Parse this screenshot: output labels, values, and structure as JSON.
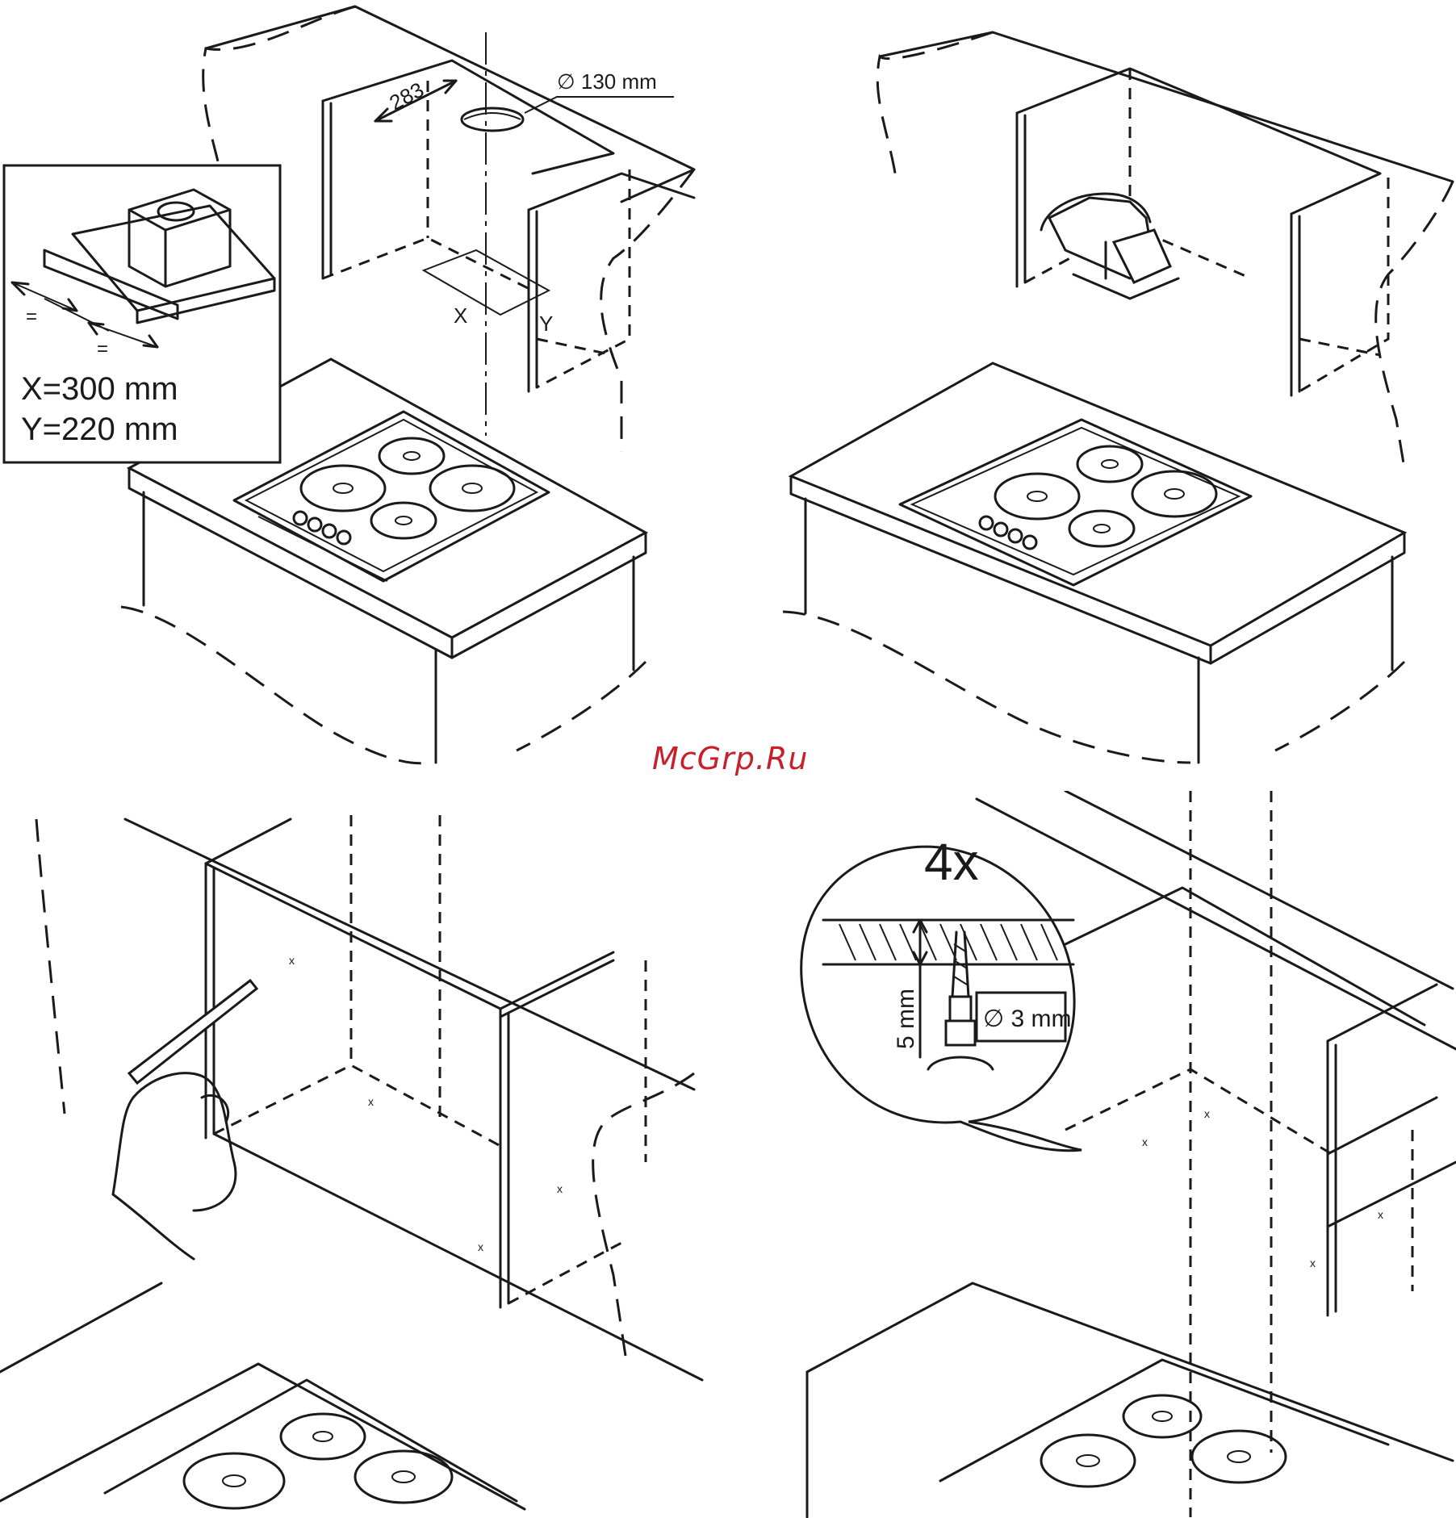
{
  "panel1": {
    "depth_label": "283",
    "duct_label": "∅ 130 mm",
    "x_label": "X",
    "y_label": "Y",
    "inset_x": "X=300 mm",
    "inset_y": "Y=220 mm",
    "equal_mark": "="
  },
  "panel4": {
    "count_label": "4x",
    "depth_label": "5 mm",
    "drill_label": "∅ 3 mm"
  },
  "watermark": "McGrp.Ru"
}
